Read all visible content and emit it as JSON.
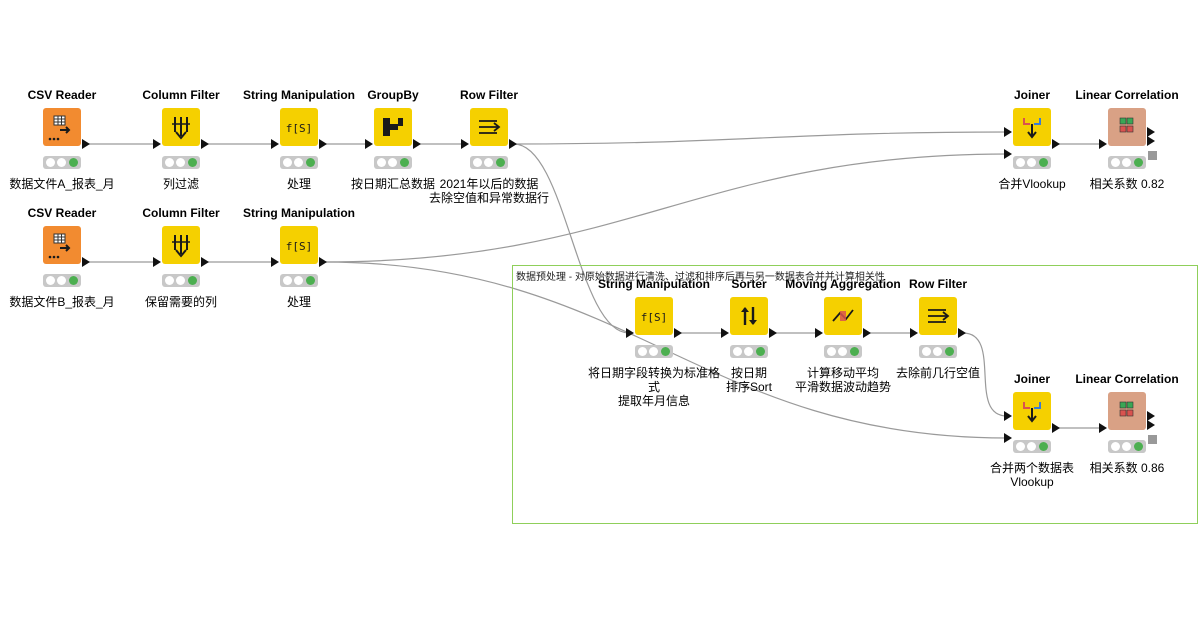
{
  "annotation": {
    "text": "数据预处理 - 对原始数据进行清洗、过滤和排序后再与另一数据表合并并计算相关性"
  },
  "colors": {
    "reader": "#f28b30",
    "manipulator": "#f5d000",
    "learner": "#d9a185",
    "status_bg": "#c8c8c8",
    "status_green": "#4caf50",
    "connection": "#9a9a9a",
    "annotation_border": "#8fcf5a"
  },
  "nodes": [
    {
      "id": "csv1",
      "title": "CSV Reader",
      "caption": "数据文件A_报表_月",
      "icon": "csv-reader-icon"
    },
    {
      "id": "cf1",
      "title": "Column Filter",
      "caption": "列过滤",
      "icon": "column-filter-icon"
    },
    {
      "id": "sm1",
      "title": "String Manipulation",
      "caption": "处理",
      "icon": "string-manipulation-icon"
    },
    {
      "id": "gb1",
      "title": "GroupBy",
      "caption": "按日期汇总数据",
      "icon": "groupby-icon"
    },
    {
      "id": "rf1",
      "title": "Row Filter",
      "caption": "2021年以后的数据\n去除空值和异常数据行",
      "icon": "row-filter-icon"
    },
    {
      "id": "jn1",
      "title": "Joiner",
      "caption": "合并Vlookup",
      "icon": "joiner-icon"
    },
    {
      "id": "lc1",
      "title": "Linear Correlation",
      "caption": "相关系数 0.82",
      "icon": "linear-correlation-icon"
    },
    {
      "id": "csv2",
      "title": "CSV Reader",
      "caption": "数据文件B_报表_月",
      "icon": "csv-reader-icon"
    },
    {
      "id": "cf2",
      "title": "Column Filter",
      "caption": "保留需要的列",
      "icon": "column-filter-icon"
    },
    {
      "id": "sm2",
      "title": "String Manipulation",
      "caption": "处理",
      "icon": "string-manipulation-icon"
    },
    {
      "id": "sm3",
      "title": "String Manipulation",
      "caption": "将日期字段转换为标准格式\n提取年月信息",
      "icon": "string-manipulation-icon"
    },
    {
      "id": "so1",
      "title": "Sorter",
      "caption": "按日期\n排序Sort",
      "icon": "sorter-icon"
    },
    {
      "id": "ma1",
      "title": "Moving Aggregation",
      "caption": "计算移动平均\n平滑数据波动趋势",
      "icon": "moving-aggregation-icon"
    },
    {
      "id": "rf2",
      "title": "Row Filter",
      "caption": "去除前几行空值",
      "icon": "row-filter-icon"
    },
    {
      "id": "jn2",
      "title": "Joiner",
      "caption": "合并两个数据表\nVlookup",
      "icon": "joiner-icon"
    },
    {
      "id": "lc2",
      "title": "Linear Correlation",
      "caption": "相关系数 0.86",
      "icon": "linear-correlation-icon"
    }
  ]
}
